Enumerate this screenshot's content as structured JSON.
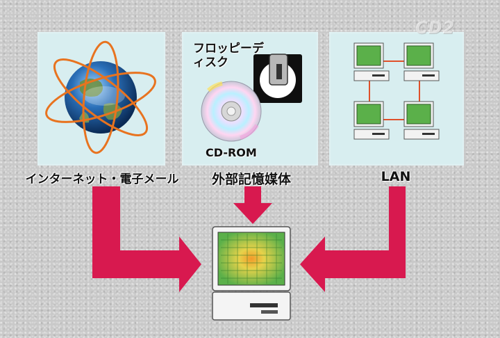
{
  "labels": {
    "internet": "インターネット・電子メール",
    "media": "外部記憶媒体",
    "lan": "LAN",
    "floppy": "フロッピーディスク",
    "cdrom": "CD-ROM",
    "watermark": "CD2"
  },
  "colors": {
    "arrow": "#d8194f",
    "panel": "#d8eef0",
    "monitor_green": "#5bb04a",
    "lan_link": "#e0502a"
  }
}
